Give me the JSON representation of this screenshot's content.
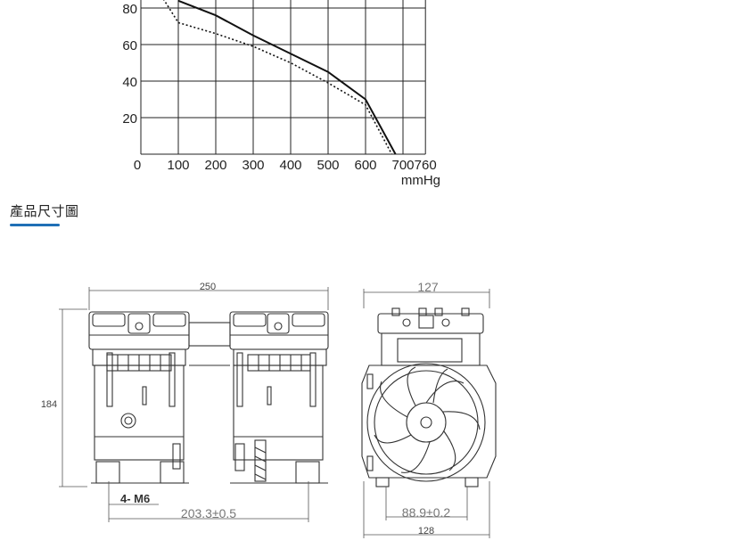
{
  "chart_data": {
    "type": "line",
    "x_ticks": [
      0,
      100,
      200,
      300,
      400,
      500,
      600,
      700,
      760
    ],
    "y_ticks": [
      20,
      40,
      60,
      80
    ],
    "x_unit": "mmHg",
    "series": [
      {
        "style": "solid",
        "x": [
          100,
          200,
          300,
          400,
          500,
          600,
          680
        ],
        "y": [
          84,
          76,
          65,
          55,
          45,
          30,
          0
        ]
      },
      {
        "style": "dotted",
        "x": [
          60,
          100,
          200,
          300,
          400,
          500,
          600,
          670
        ],
        "y": [
          85,
          72,
          66,
          59,
          50,
          39,
          27,
          0
        ]
      }
    ],
    "grid": true
  },
  "section": {
    "heading": "產品尺寸圖"
  },
  "drawing": {
    "dimensions": {
      "width_top": "250",
      "height_left": "184",
      "holes": "4- M6",
      "base_span": "203.3±0.5",
      "side_width_top": "127",
      "side_span": "88.9±0.2",
      "side_width_bottom": "128"
    }
  }
}
